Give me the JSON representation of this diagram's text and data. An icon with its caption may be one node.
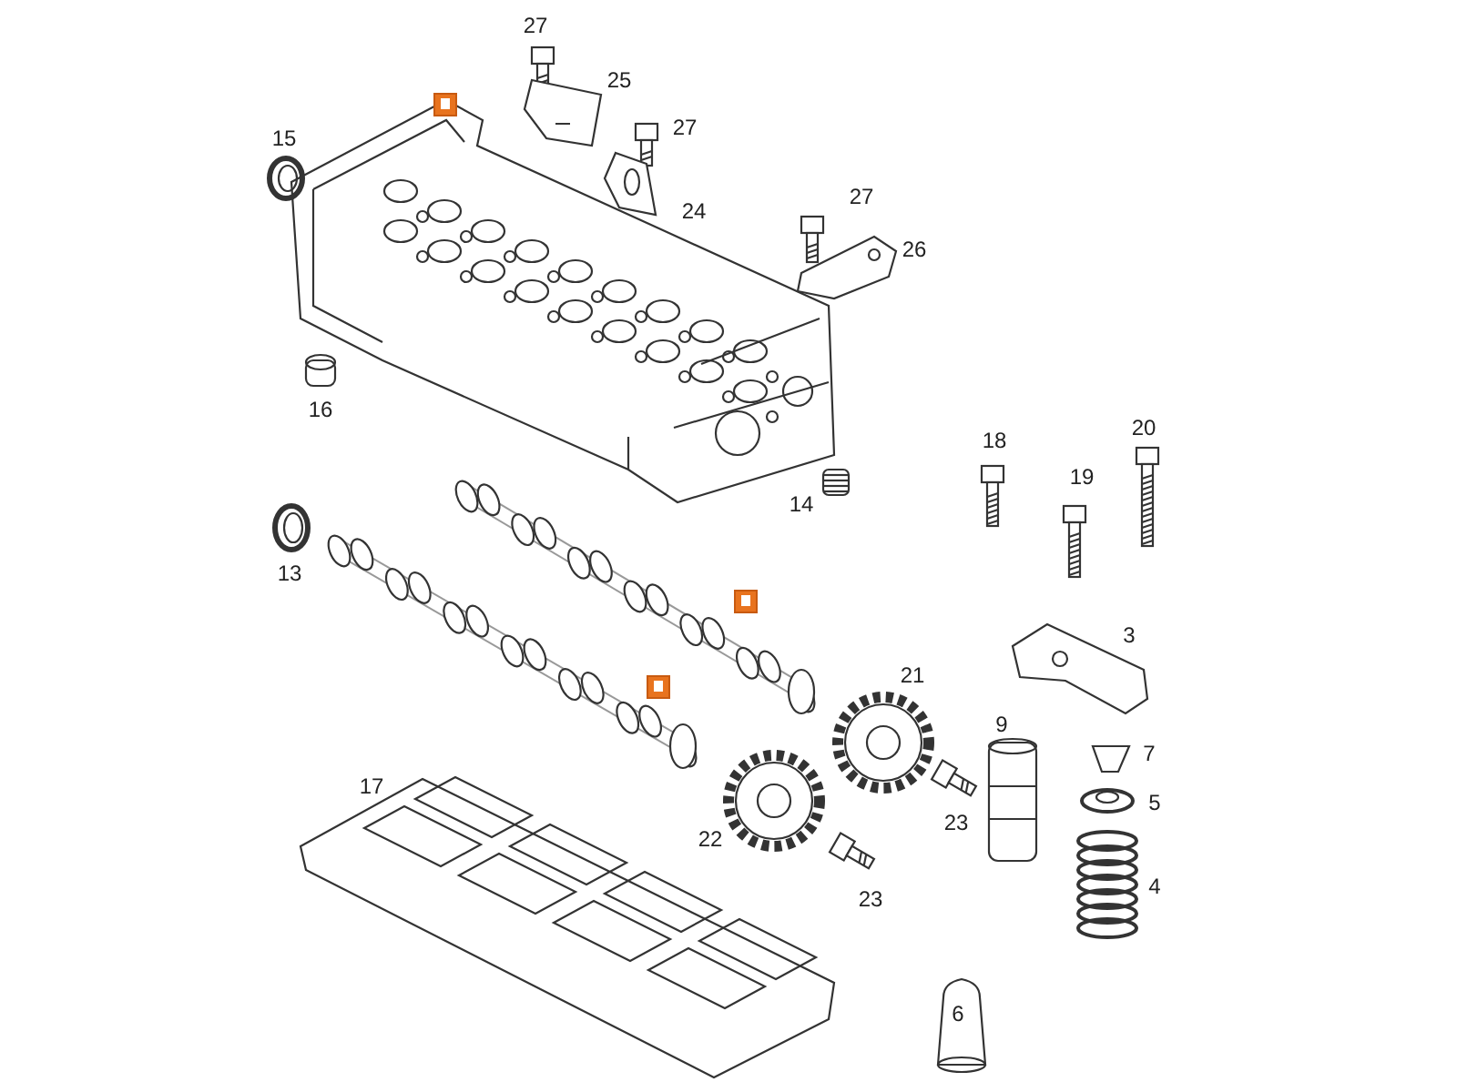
{
  "diagram": {
    "labels": [
      "27",
      "25",
      "15",
      "27",
      "24",
      "27",
      "26",
      "16",
      "20",
      "18",
      "19",
      "14",
      "13",
      "3",
      "21",
      "9",
      "7",
      "17",
      "5",
      "23",
      "22",
      "4",
      "23",
      "6"
    ]
  }
}
